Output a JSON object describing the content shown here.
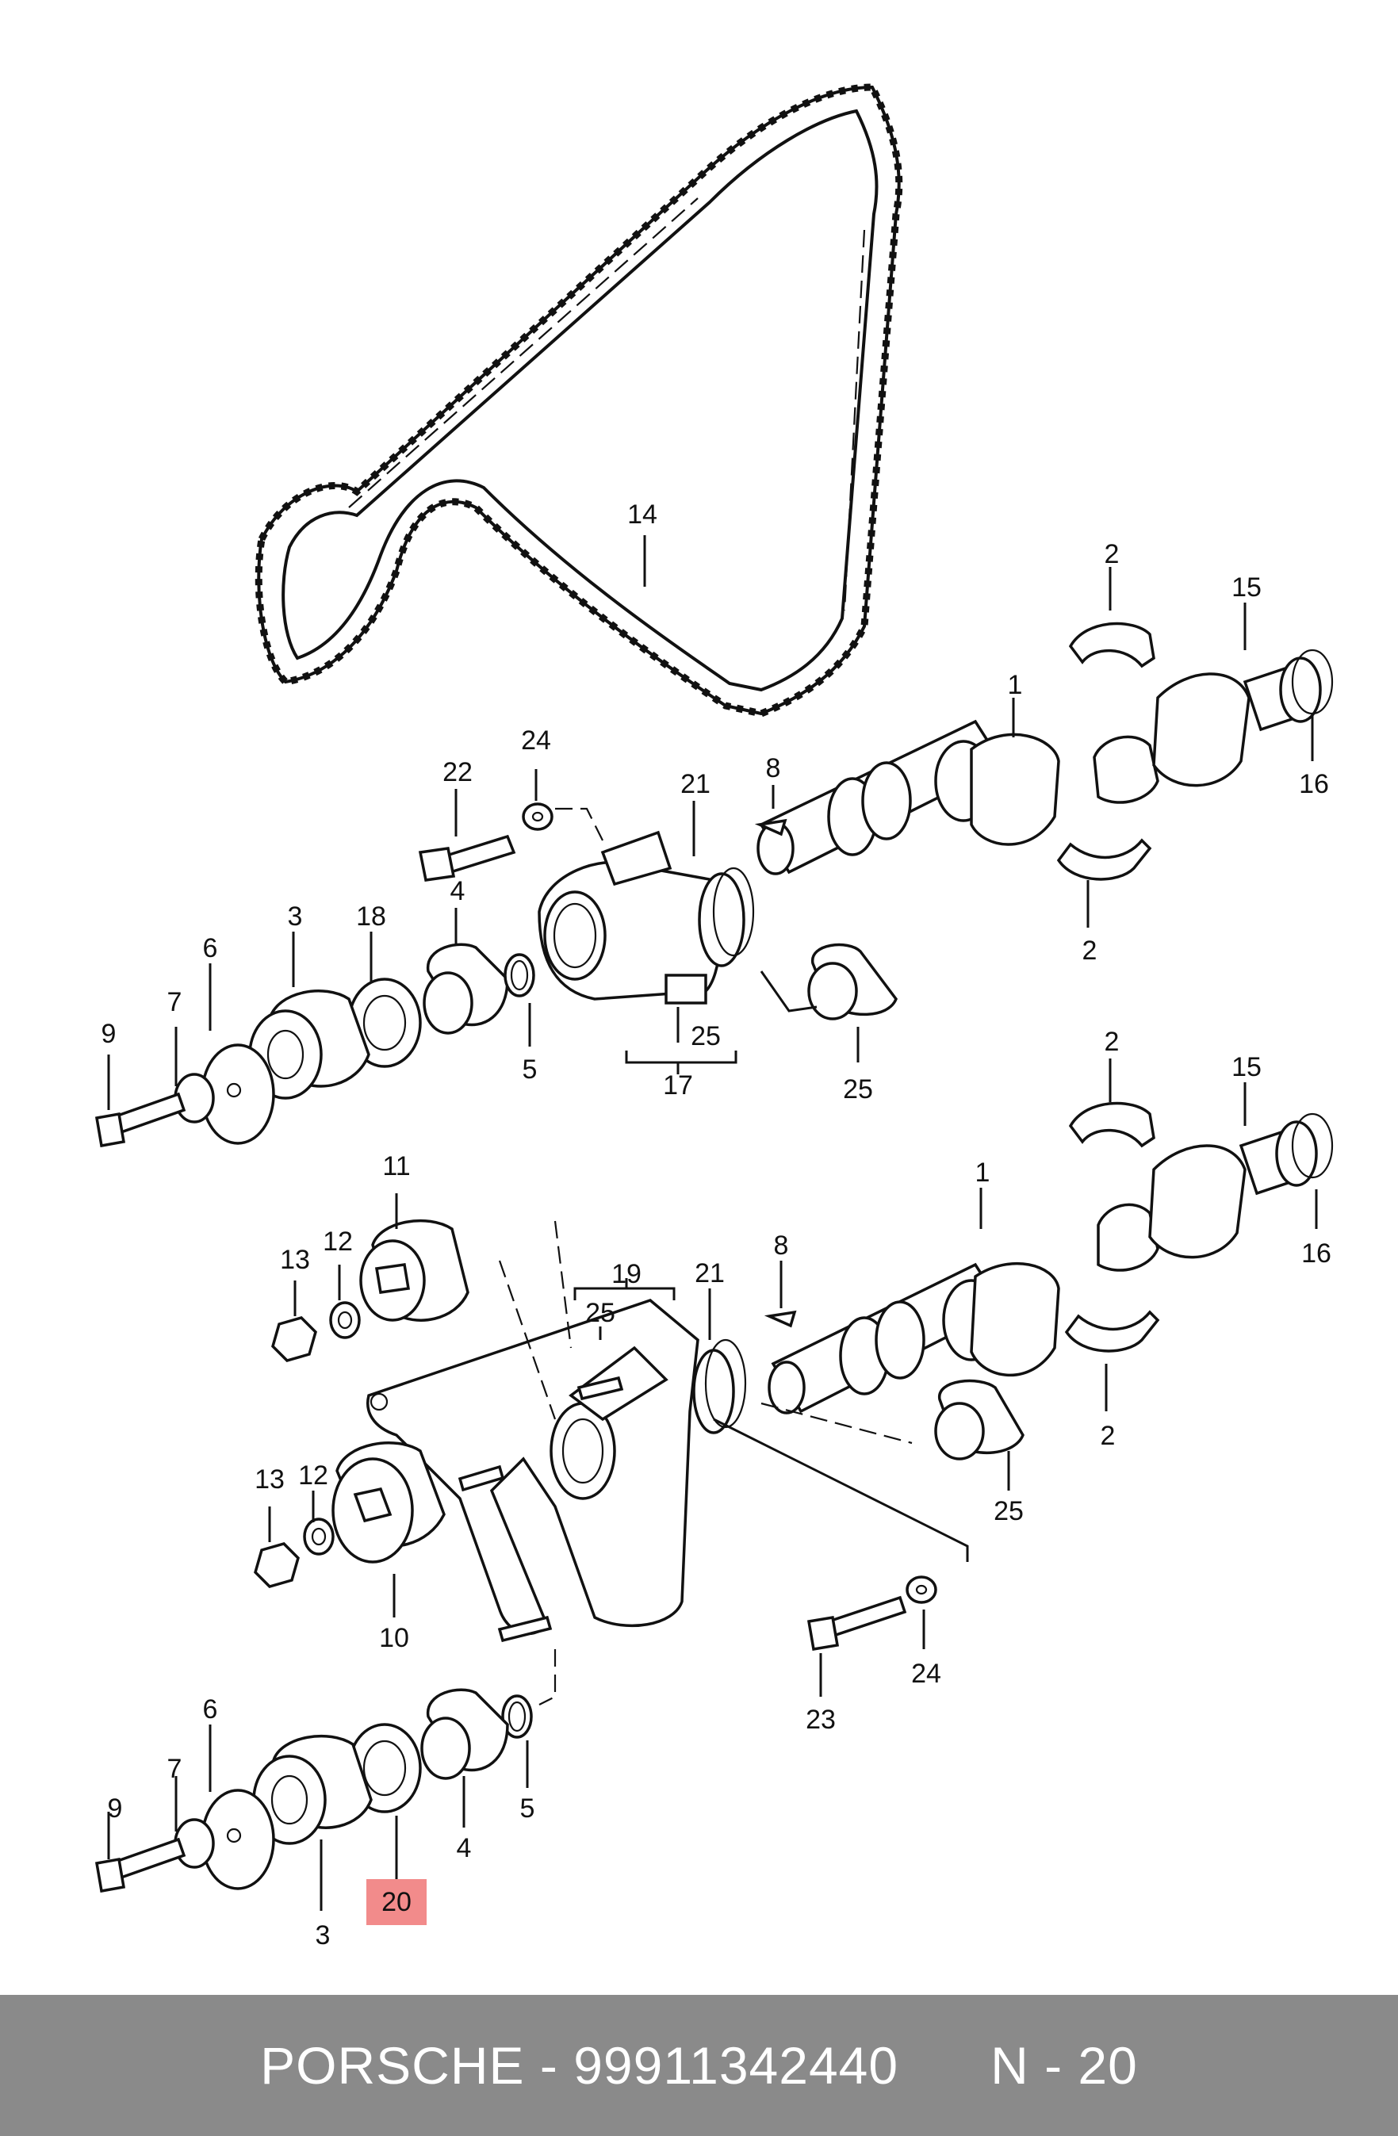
{
  "diagram": {
    "labels": {
      "belt": "14",
      "upper_bearing_top": "2",
      "upper_seal_right": "15",
      "upper_camshaft": "1",
      "upper_oring": "16",
      "upper_bearing_bottom": "2",
      "upper_key": "8",
      "upper_housing_oring": "21",
      "upper_bolt": "22",
      "upper_washer": "24",
      "upper_seal": "4",
      "upper_pulley": "3",
      "upper_shim": "18",
      "upper_flange": "6",
      "upper_washer_left": "7",
      "upper_screw": "9",
      "upper_oring_small": "5",
      "upper_bush_bracket": "25",
      "upper_housing_group": "17",
      "upper_bush": "25",
      "lower_bearing_top": "2",
      "lower_seal_right": "15",
      "lower_camshaft": "1",
      "lower_oring": "16",
      "lower_key": "8",
      "lower_housing_oring": "21",
      "lower_housing_group": "19",
      "lower_bush_bracket": "25",
      "lower_bearing_bottom": "2",
      "lower_bush": "25",
      "idler": "11",
      "idler_washer": "12",
      "idler_nut": "13",
      "tension_washer": "12",
      "tension_nut": "13",
      "tension_pulley": "10",
      "lower_bolt": "23",
      "lower_washer": "24",
      "lower_flange": "6",
      "lower_washer_left": "7",
      "lower_screw": "9",
      "lower_oring_small": "5",
      "lower_seal": "4",
      "lower_pulley": "3",
      "highlighted_part": "20"
    },
    "highlight_color": "#f28b8b"
  },
  "footer": {
    "brand": "PORSCHE",
    "separator": "-",
    "part_number": "99911342440",
    "page": "N - 20"
  }
}
